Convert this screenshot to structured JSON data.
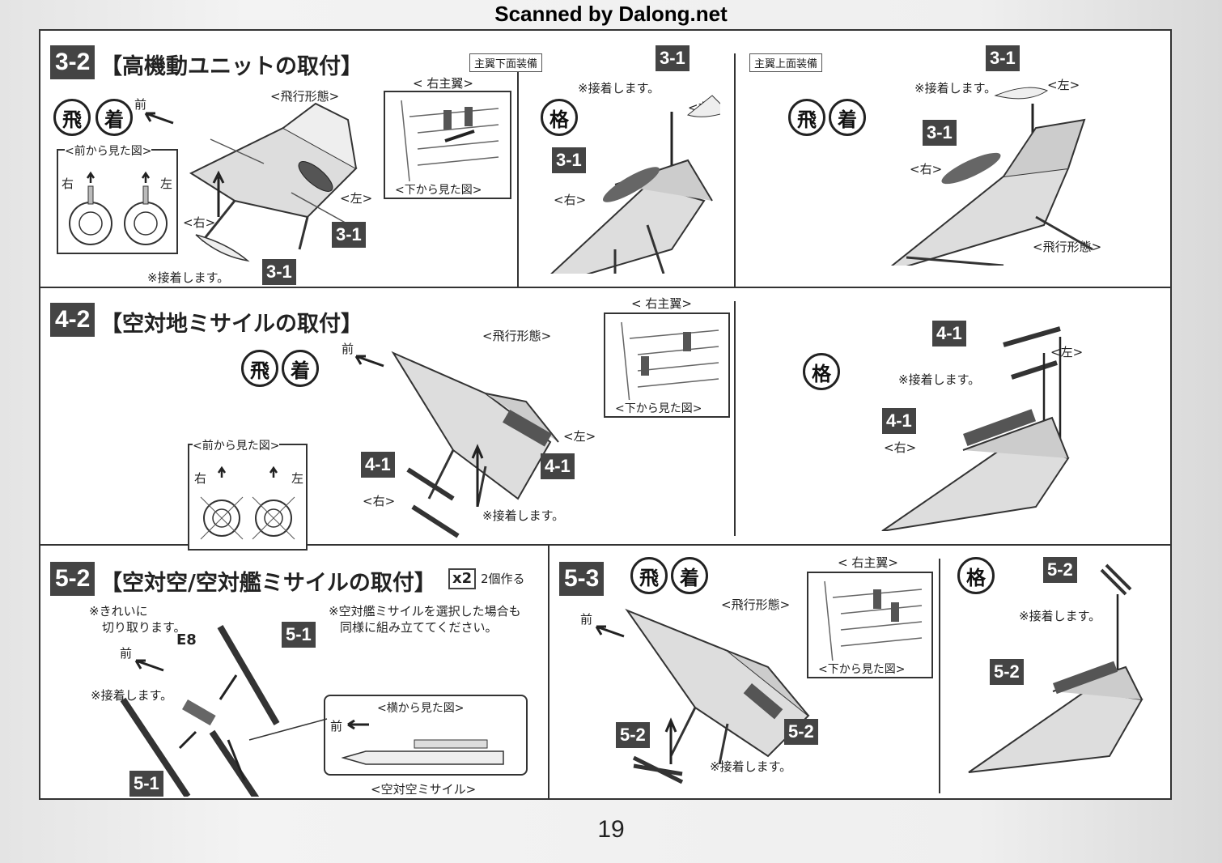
{
  "credit": "Scanned by Dalong.net",
  "page_number": "19",
  "icons": {
    "flight": "飛",
    "attach": "着",
    "melee": "格"
  },
  "labels": {
    "front": "前",
    "right": "右",
    "left": "左",
    "right_bracket": "<右>",
    "left_bracket": "<左>",
    "flight_mode": "<飛行形態>",
    "glue": "※接着します。",
    "front_view": "<前から見た図>",
    "bottom_view": "<下から見た図>",
    "right_main_wing": "< 右主翼>",
    "side_view": "<横から見た図>",
    "aam": "<空対空ミサイル>"
  },
  "step_3_2": {
    "num": "3-2",
    "title": "【高機動ユニットの取付】",
    "tag_lower": "主翼下面装備",
    "tag_upper": "主翼上面装備",
    "part": "3-1"
  },
  "step_4_2": {
    "num": "4-2",
    "title": "【空対地ミサイルの取付】",
    "part": "4-1"
  },
  "step_5_2": {
    "num": "5-2",
    "title": "【空対空/空対艦ミサイルの取付】",
    "multiplier": "x2",
    "count_note": "2個作る",
    "cut_note_1": "※きれいに",
    "cut_note_2": "切り取ります。",
    "part_code": "E8",
    "asm_note_1": "※空対艦ミサイルを選択した場合も",
    "asm_note_2": "同様に組み立ててください。",
    "part": "5-1"
  },
  "step_5_3": {
    "num": "5-3",
    "part": "5-2"
  }
}
